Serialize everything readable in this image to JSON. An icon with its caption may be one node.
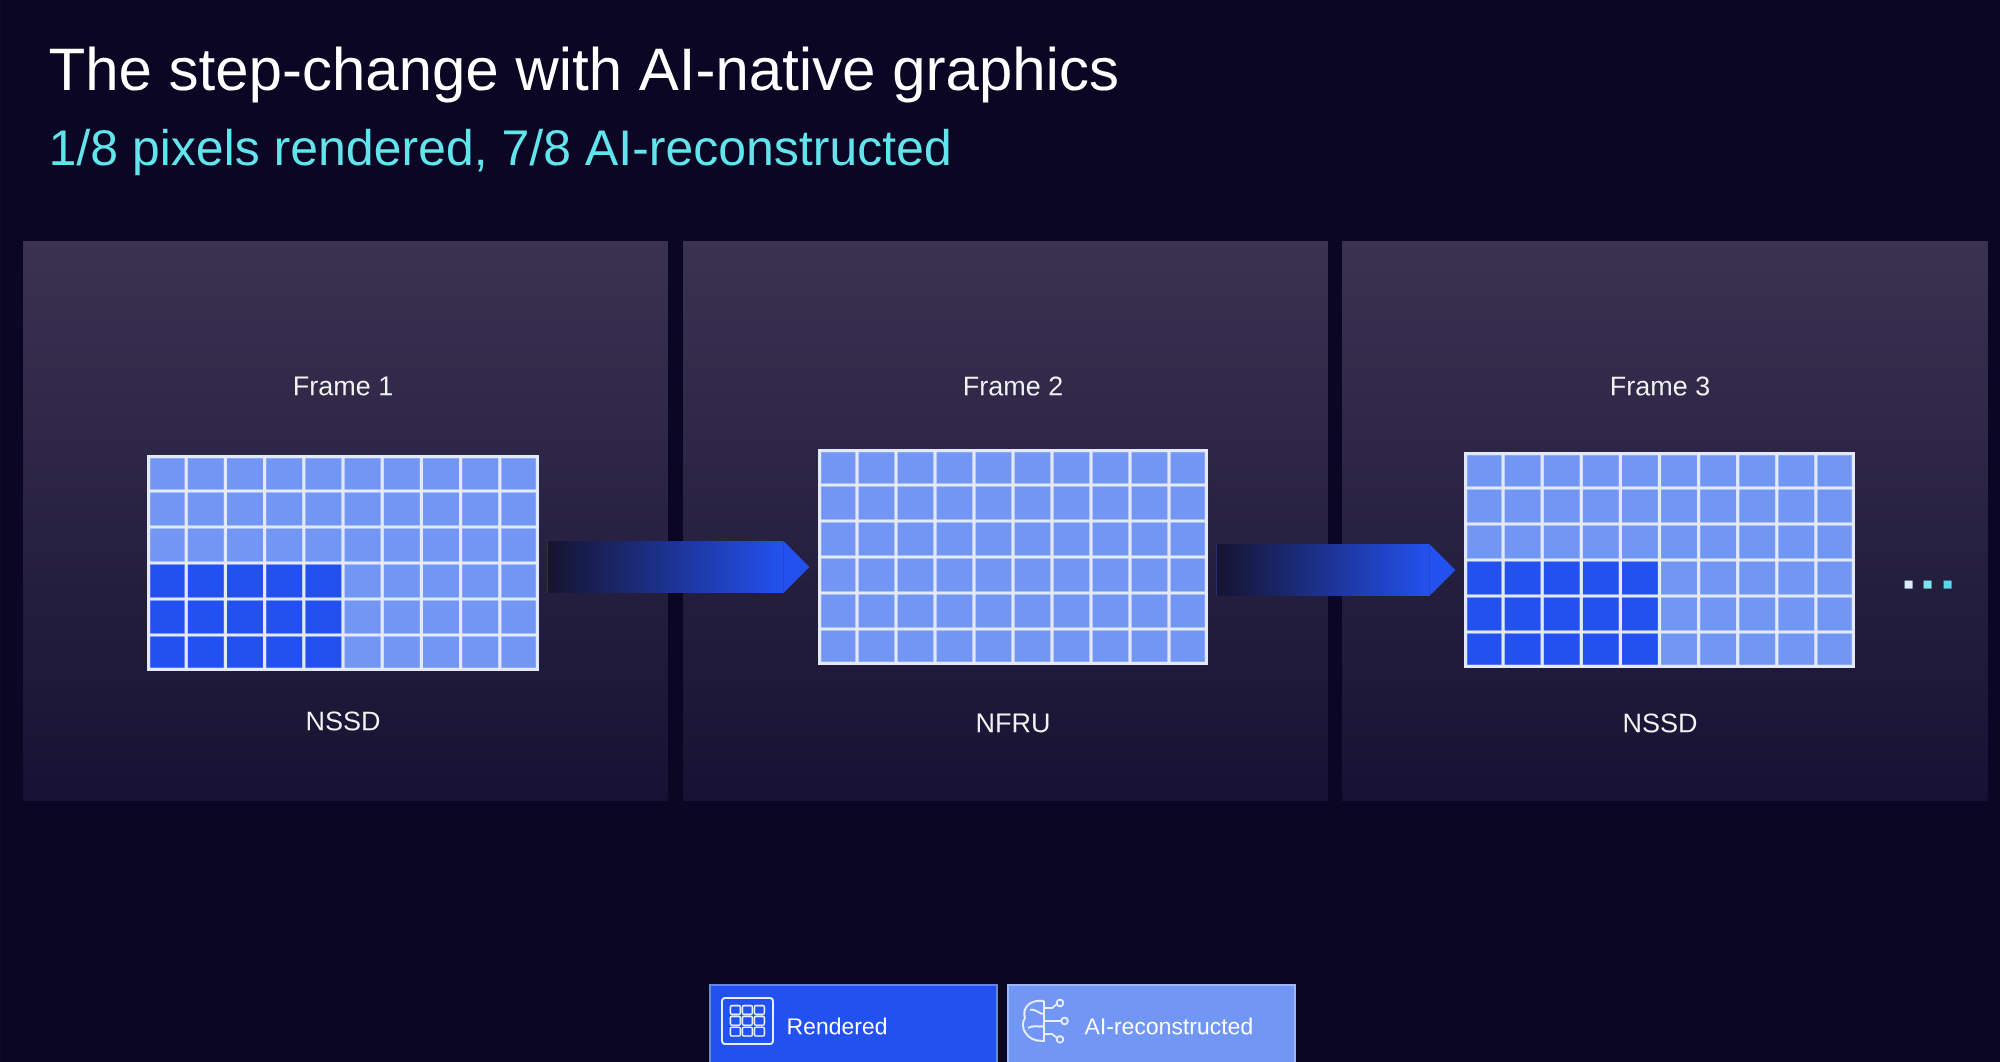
{
  "diagram": {
    "title": "The step-change with AI-native graphics",
    "nodes": [
      {
        "text": [
          "Frame 1",
          "NSSD"
        ]
      },
      {
        "text": [],
        "shape": "box",
        "in": 0
      },
      {
        "text": [
          "Frame 2",
          "NFRU"
        ]
      },
      {
        "text": [],
        "shape": "box",
        "in": 2
      },
      {
        "text": [
          "Frame 3",
          "NSSD"
        ]
      },
      {
        "text": [],
        "shape": "box",
        "in": 4
      }
    ],
    "edges": [
      {
        "from": 1,
        "to": 3,
        "arrow": "to"
      },
      {
        "from": 3,
        "to": 5,
        "arrow": "to"
      }
    ],
    "labels": [
      "1/8 pixels rendered, 7/8 AI-reconstructed"
    ],
    "legend": [
      {
        "text": "Rendered",
        "color": "#2351f0"
      },
      {
        "text": "AI-reconstructed",
        "color": "#7196f3"
      }
    ]
  }
}
